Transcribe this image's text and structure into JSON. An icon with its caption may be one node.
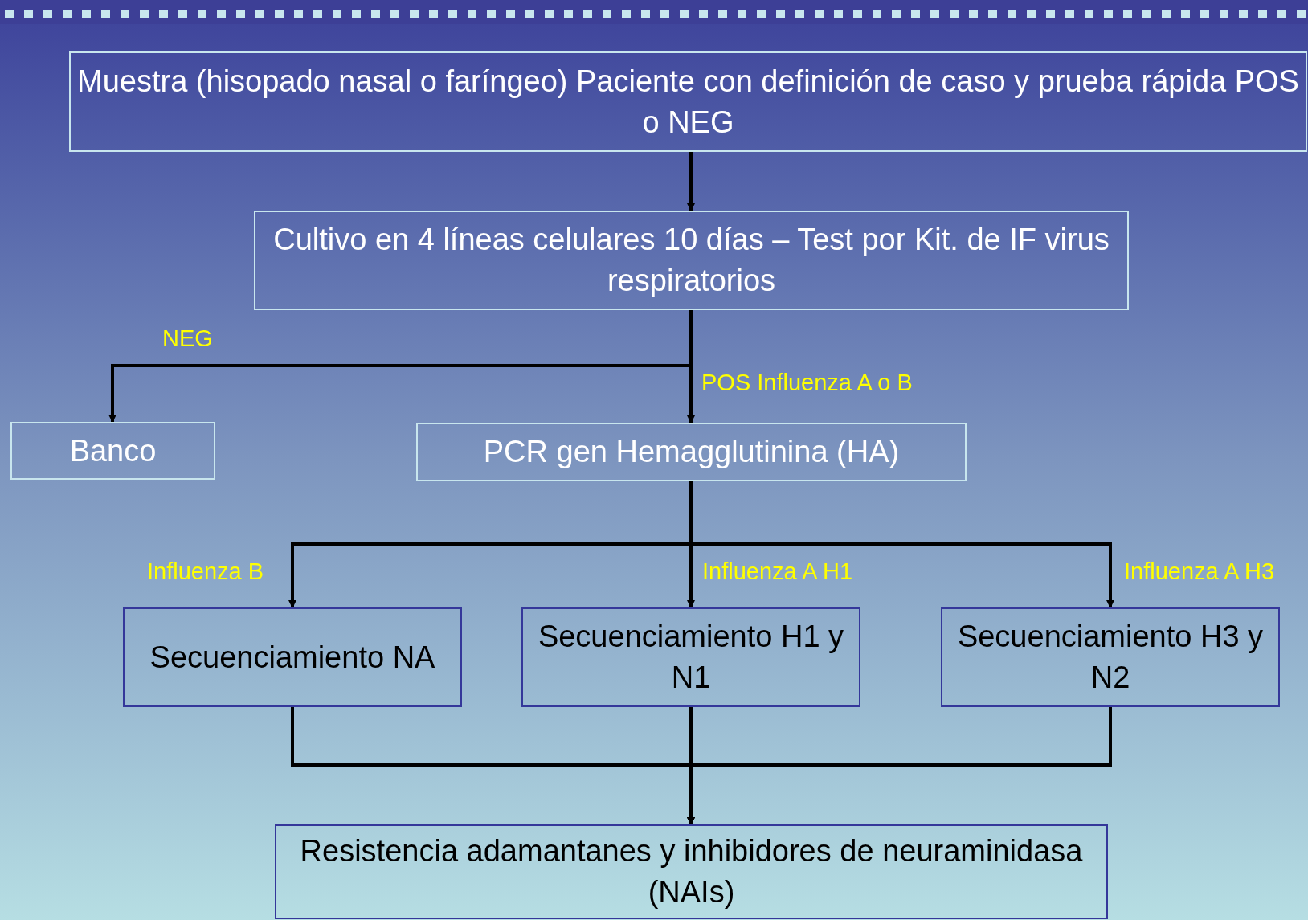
{
  "diagram": {
    "nodes": [
      {
        "text": [
          "Muestra (hisopado nasal o faríngeo) Paciente con definición de caso y prueba rápida POS o NEG"
        ]
      },
      {
        "text": [
          "Cultivo en 4 líneas celulares 10 días – Test por Kit. de IF virus respiratorios"
        ]
      },
      {
        "text": [
          "Banco"
        ]
      },
      {
        "text": [
          "PCR gen Hemagglutinina (HA)"
        ]
      },
      {
        "text": [
          "Secuenciamiento NA"
        ]
      },
      {
        "text": [
          "Secuenciamiento H1 y N1"
        ]
      },
      {
        "text": [
          "Secuenciamiento H3 y N2"
        ]
      },
      {
        "text": [
          "Resistencia adamantanes y inhibidores de neuraminidasa (NAIs)"
        ]
      }
    ],
    "edges": [
      {
        "from": 0,
        "to": 1,
        "arrow": "to"
      },
      {
        "from": 1,
        "to": 2,
        "arrow": "to",
        "label": "NEG"
      },
      {
        "from": 1,
        "to": 3,
        "arrow": "to",
        "label": "POS Influenza A o B"
      },
      {
        "from": 3,
        "to": 4,
        "arrow": "to",
        "label": "Influenza B"
      },
      {
        "from": 3,
        "to": 5,
        "arrow": "to",
        "label": "Influenza A H1"
      },
      {
        "from": 3,
        "to": 6,
        "arrow": "to",
        "label": "Influenza A H3"
      },
      {
        "from": 4,
        "to": 7,
        "arrow": "to"
      },
      {
        "from": 5,
        "to": 7,
        "arrow": "to"
      },
      {
        "from": 6,
        "to": 7,
        "arrow": "to"
      }
    ]
  }
}
